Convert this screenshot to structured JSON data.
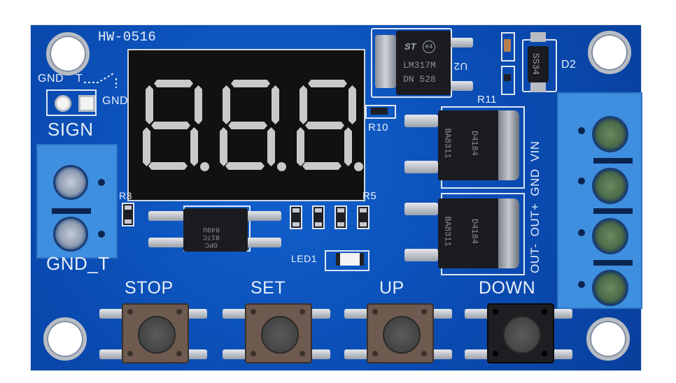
{
  "board": {
    "model": "HW-0516",
    "colors": {
      "pcb": "#0b4fb8",
      "silkscreen": "#e8eef8",
      "terminal": "#3f8fe0",
      "display_bg": "#111111",
      "segment_unlit": "#c9c9c9"
    }
  },
  "display": {
    "type": "3-digit 7-segment",
    "value": "8.8.8.",
    "digits": [
      "8",
      "8",
      "8"
    ]
  },
  "trigger_header": {
    "label_gnd": "GND",
    "label_t": "T",
    "label_gnd2": "GND"
  },
  "input_terminal": {
    "top_label": "SIGN",
    "bottom_label": "GND_T"
  },
  "power_terminal": {
    "labels": [
      "VIN",
      "GND",
      "OUT+",
      "OUT-"
    ]
  },
  "components": {
    "regulator": {
      "ref": "U2",
      "line1": "LM317M",
      "line2": "DN 528",
      "logo": "ST"
    },
    "diode": {
      "ref": "D2",
      "marking": "SS34"
    },
    "mosfet1": {
      "marking_left": "BA8311",
      "marking_right": "D4184"
    },
    "mosfet2": {
      "marking_left": "BA8311",
      "marking_right": "D4184"
    },
    "optocoupler": {
      "line1": "OPC",
      "line2": "817C",
      "line3": "849U"
    },
    "resistor_labels": [
      "R3",
      "R5",
      "R10",
      "R11"
    ],
    "led": {
      "ref": "LED1"
    }
  },
  "buttons": [
    {
      "label": "STOP"
    },
    {
      "label": "SET"
    },
    {
      "label": "UP"
    },
    {
      "label": "DOWN"
    }
  ]
}
